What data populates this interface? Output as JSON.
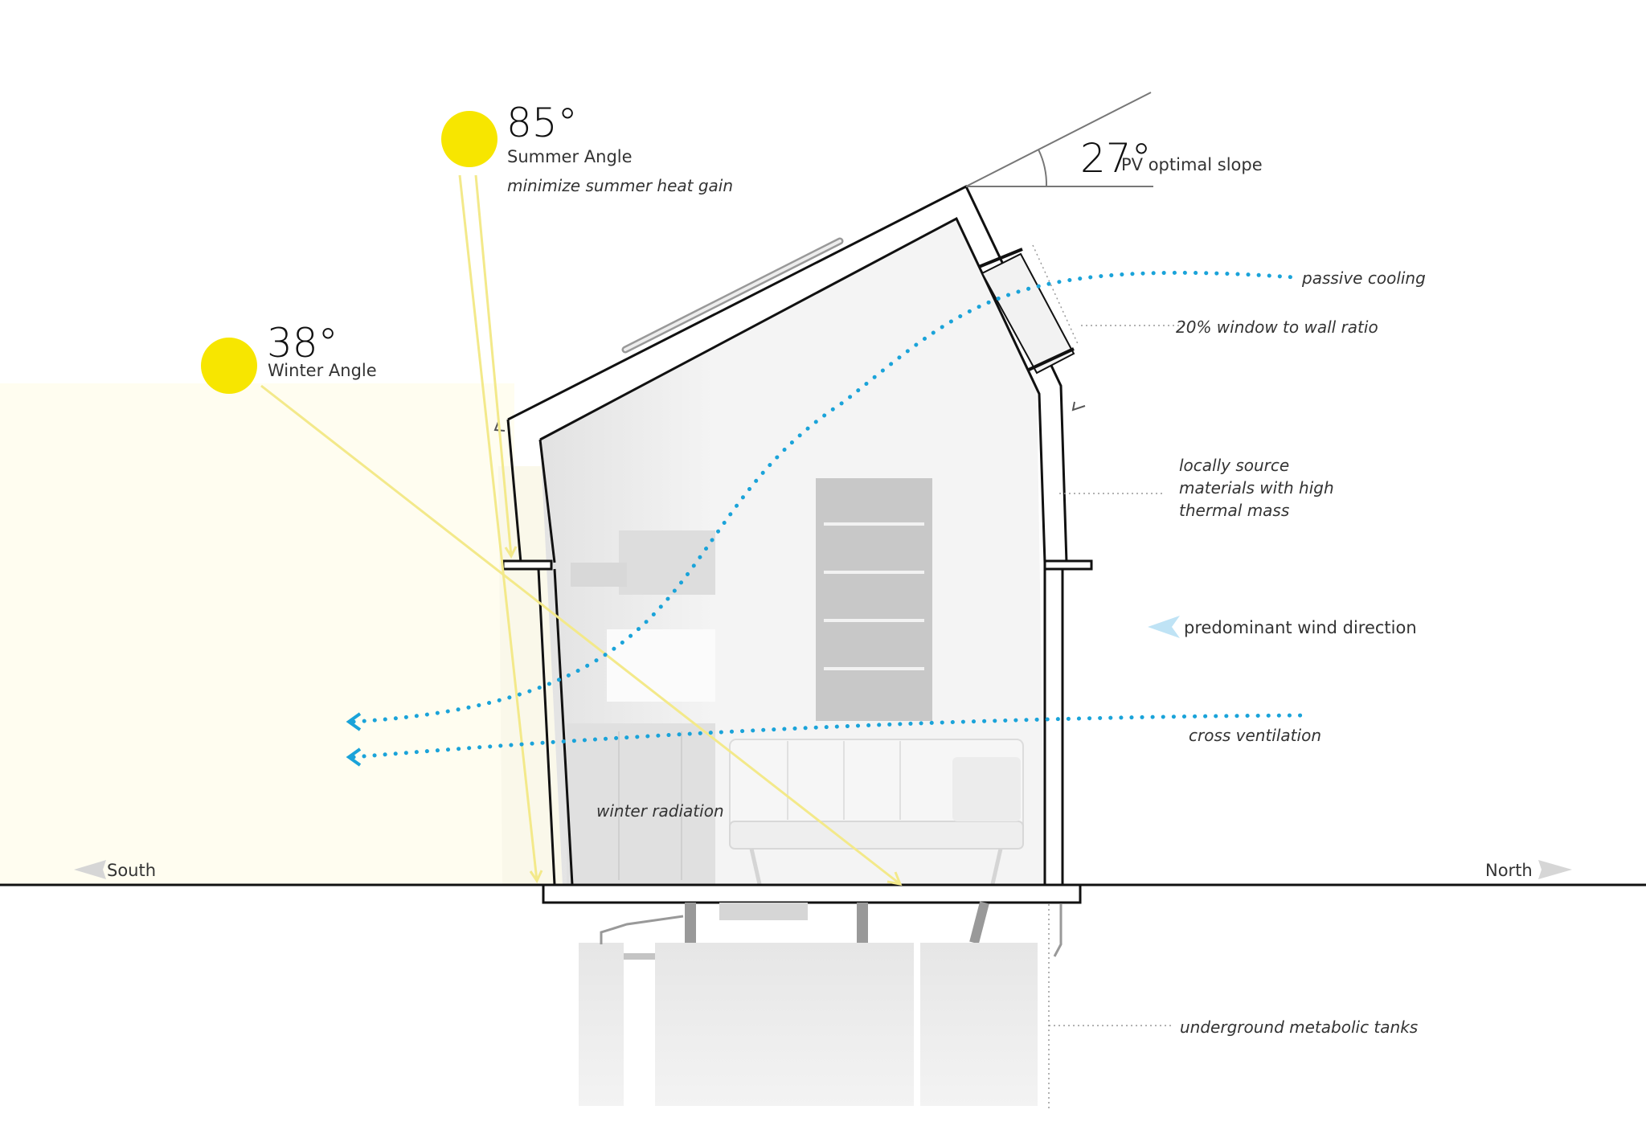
{
  "summer": {
    "angle": "85°",
    "label": "Summer Angle",
    "note": "minimize summer heat gain"
  },
  "winter": {
    "angle": "38°",
    "label": "Winter Angle",
    "note": "winter radiation"
  },
  "roof": {
    "angle": "27°",
    "label": "PV optimal slope"
  },
  "annotations": {
    "passive_cooling": "passive cooling",
    "window_ratio": "20% window to wall ratio",
    "materials_1": "locally source",
    "materials_2": "materials with high",
    "materials_3": "thermal mass",
    "wind": "predominant wind direction",
    "cross_ventilation": "cross ventilation",
    "tanks": "underground metabolic tanks"
  },
  "directions": {
    "south": "South",
    "north": "North"
  },
  "colors": {
    "sun": "#f7e600",
    "sun_ray": "#f3e98a",
    "air_flow": "#1aa3d9",
    "wind_arrow": "#bfe3f5",
    "ground": "#111111"
  }
}
